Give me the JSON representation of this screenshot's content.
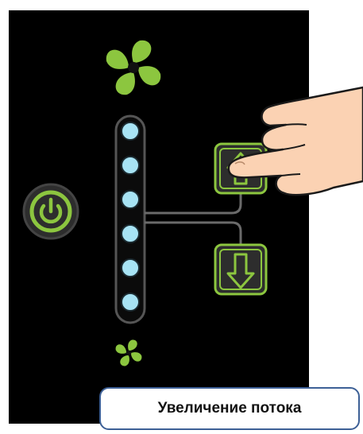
{
  "caption": {
    "text": "Увеличение потока"
  },
  "colors": {
    "panel_bg": "#000000",
    "accent": "#8cc63f",
    "button_fill": "#2d2d2d",
    "led": "#a7e3f4",
    "caption_border": "#3d6096"
  },
  "controls": {
    "power_button": {
      "icon": "power-icon"
    },
    "up_button": {
      "icon": "arrow-up-icon"
    },
    "down_button": {
      "icon": "arrow-down-icon"
    },
    "fan_indicators": [
      "fan-large-icon",
      "fan-small-icon"
    ]
  },
  "speed_level": {
    "leds_total": 6,
    "leds_lit": 6
  }
}
